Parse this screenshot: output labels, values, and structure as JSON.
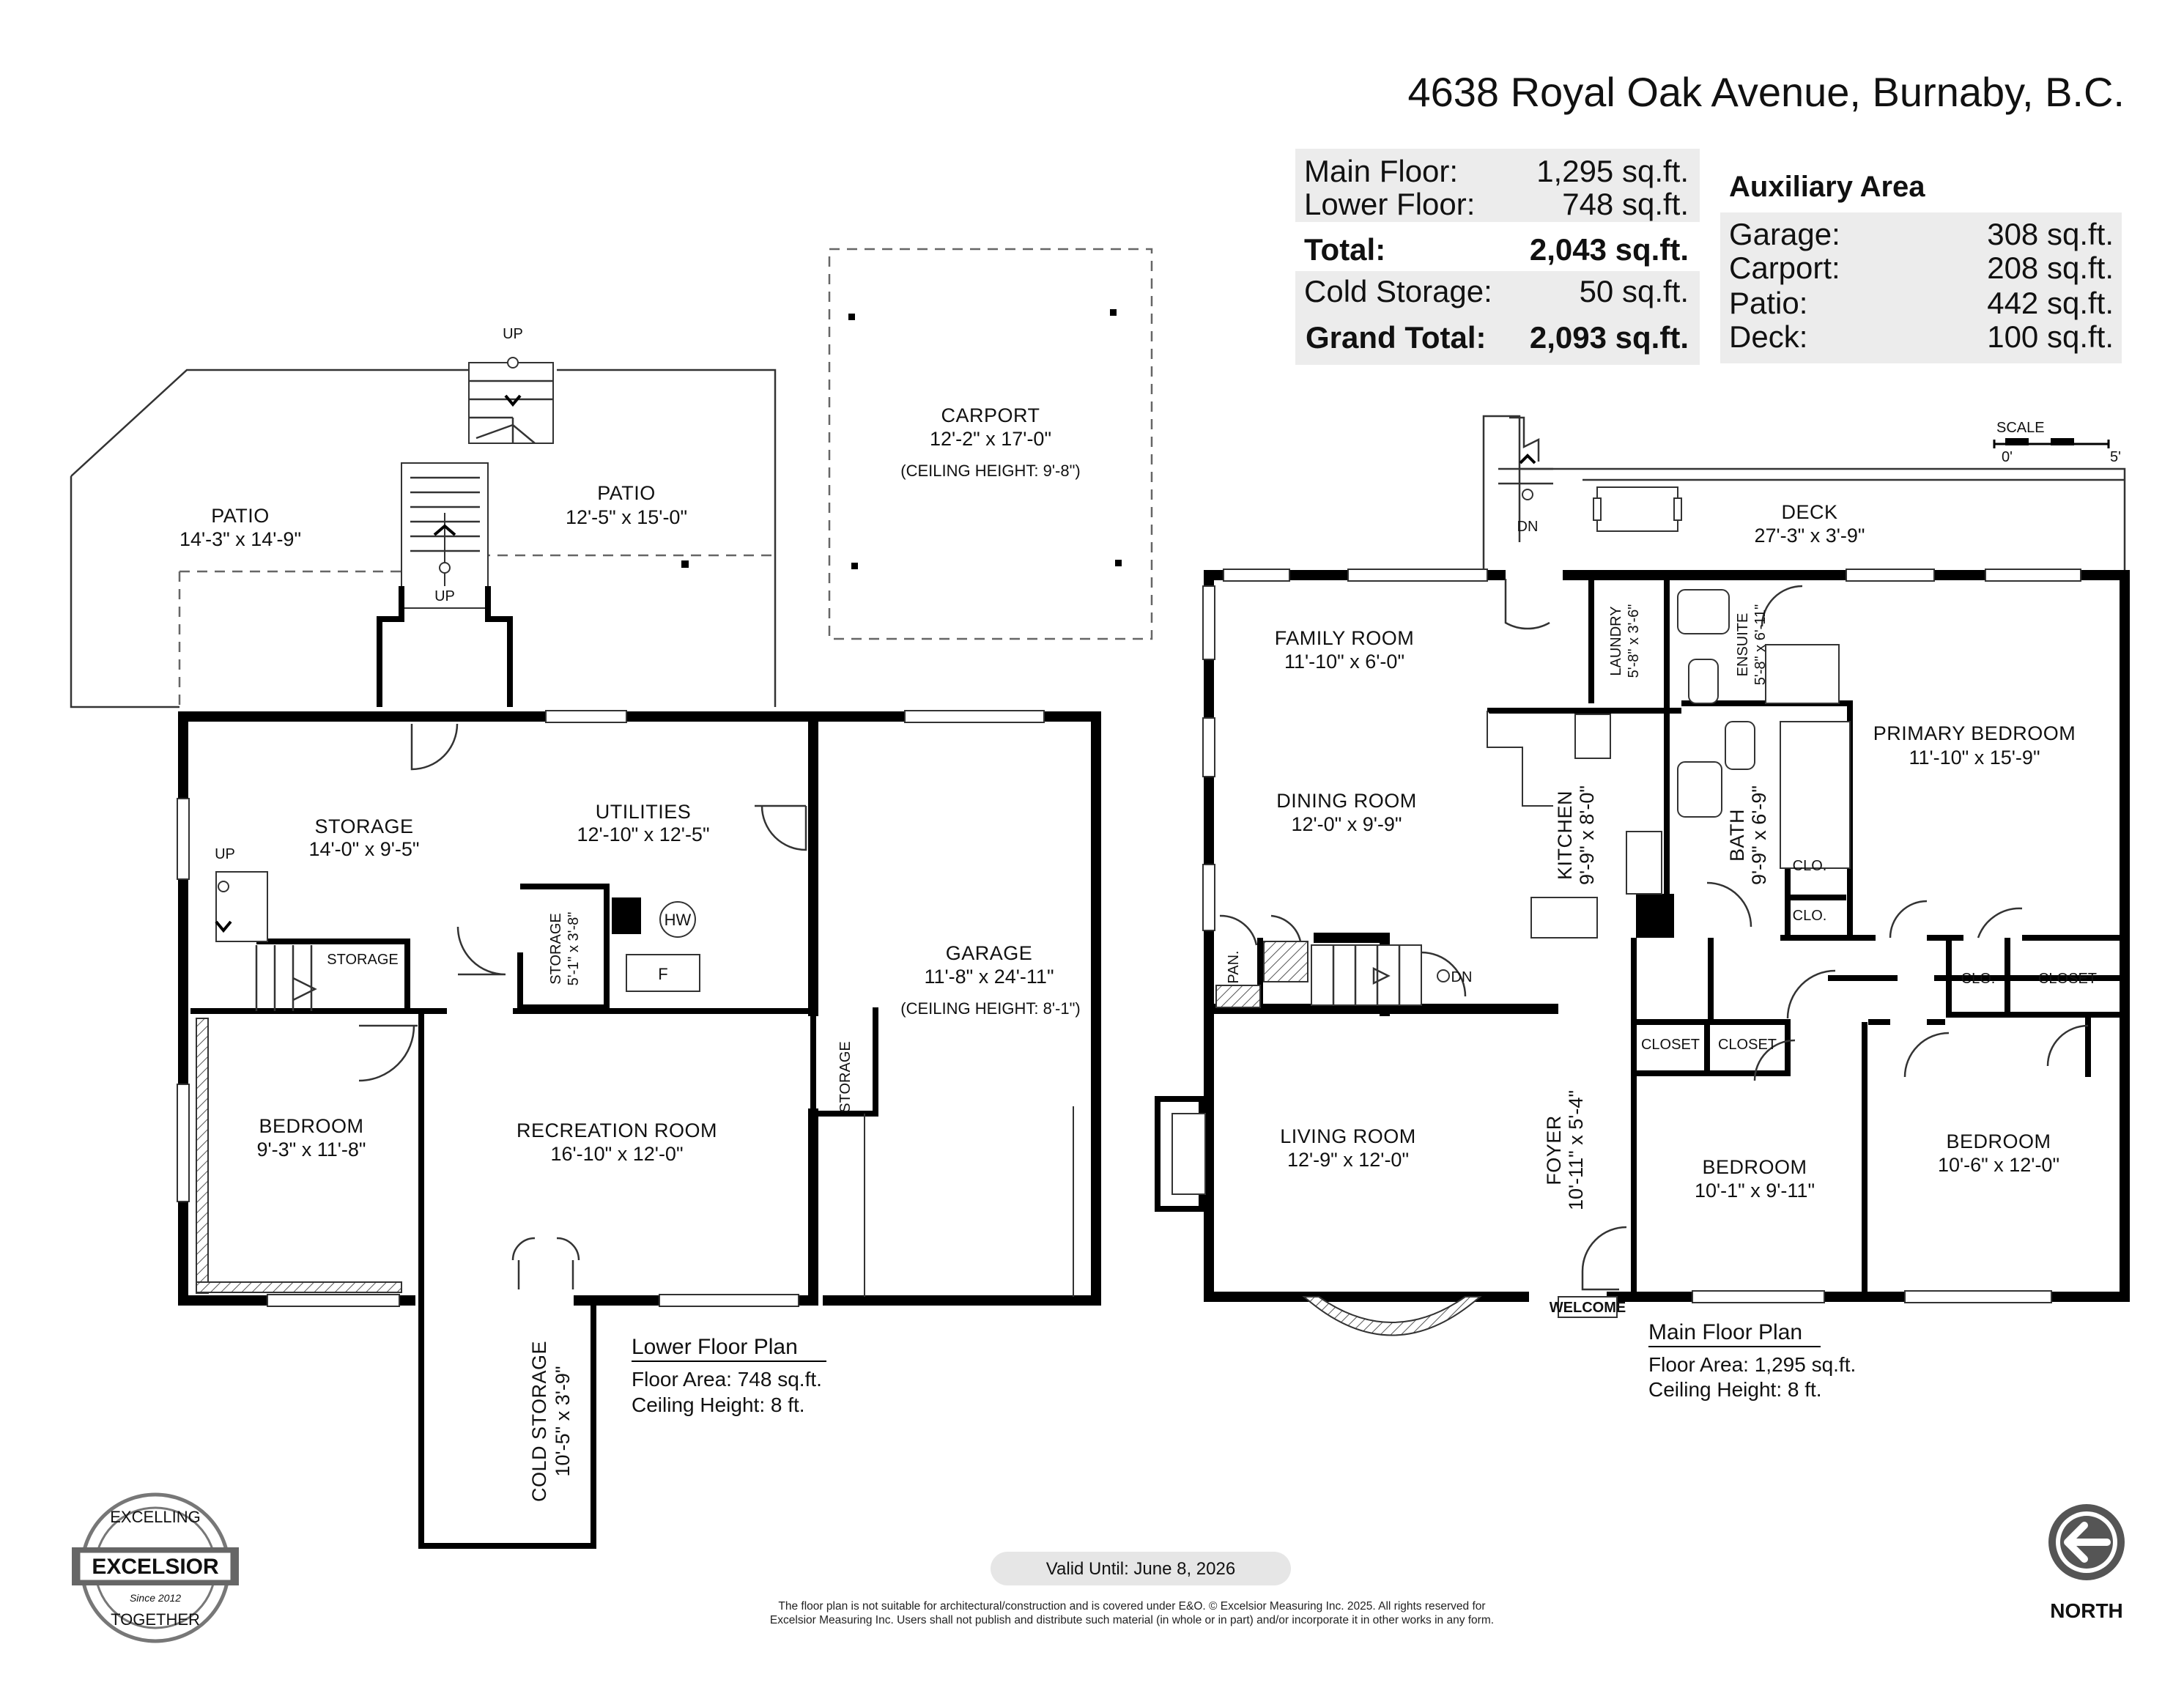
{
  "address": "4638 Royal Oak Avenue, Burnaby, B.C.",
  "area_summary": {
    "rows": [
      {
        "label": "Main Floor:",
        "value": "1,295 sq.ft."
      },
      {
        "label": "Lower Floor:",
        "value": "748 sq.ft."
      },
      {
        "label": "Total:",
        "value": "2,043 sq.ft."
      },
      {
        "label": "Cold Storage:",
        "value": "50 sq.ft."
      },
      {
        "label": "Grand Total:",
        "value": "2,093 sq.ft."
      }
    ]
  },
  "auxiliary": {
    "title": "Auxiliary Area",
    "rows": [
      {
        "label": "Garage:",
        "value": "308 sq.ft."
      },
      {
        "label": "Carport:",
        "value": "208 sq.ft."
      },
      {
        "label": "Patio:",
        "value": "442 sq.ft."
      },
      {
        "label": "Deck:",
        "value": "100 sq.ft."
      }
    ]
  },
  "scale": {
    "label": "SCALE",
    "start": "0'",
    "end": "5'"
  },
  "lower_floor": {
    "title": "Lower Floor Plan",
    "area": "Floor Area: 748 sq.ft.",
    "ceiling": "Ceiling Height: 8 ft.",
    "rooms": {
      "patio_left": {
        "name": "PATIO",
        "dim": "14'-3\" x 14'-9\""
      },
      "patio_right": {
        "name": "PATIO",
        "dim": "12'-5\" x 15'-0\""
      },
      "carport": {
        "name": "CARPORT",
        "dim": "12'-2\" x 17'-0\"",
        "note": "(CEILING HEIGHT: 9'-8\")"
      },
      "storage": {
        "name": "STORAGE",
        "dim": "14'-0\" x 9'-5\""
      },
      "utilities": {
        "name": "UTILITIES",
        "dim": "12'-10\" x 12'-5\""
      },
      "storage_small": {
        "name": "STORAGE",
        "dim": "5'-1\" x 3'-8\""
      },
      "storage_under_stairs": {
        "name": "STORAGE"
      },
      "hw": "HW",
      "furnace": "F",
      "garage": {
        "name": "GARAGE",
        "dim": "11'-8\" x 24'-11\"",
        "note": "(CEILING HEIGHT: 8'-1\")"
      },
      "garage_storage": {
        "name": "STORAGE"
      },
      "bedroom": {
        "name": "BEDROOM",
        "dim": "9'-3\" x 11'-8\""
      },
      "recreation": {
        "name": "RECREATION ROOM",
        "dim": "16'-10\" x 12'-0\""
      },
      "cold_storage": {
        "name": "COLD STORAGE",
        "dim": "10'-5\" x 3'-9\""
      },
      "up_top": "UP",
      "up_stair": "UP",
      "up_left": "UP"
    }
  },
  "main_floor": {
    "title": "Main Floor Plan",
    "area": "Floor Area: 1,295 sq.ft.",
    "ceiling": "Ceiling Height: 8 ft.",
    "rooms": {
      "deck": {
        "name": "DECK",
        "dim": "27'-3\" x 3'-9\""
      },
      "deck_dn": "DN",
      "family": {
        "name": "FAMILY ROOM",
        "dim": "11'-10\" x 6'-0\""
      },
      "laundry": {
        "name": "LAUNDRY",
        "dim": "5'-8\" x 3'-6\""
      },
      "ensuite": {
        "name": "ENSUITE",
        "dim": "5'-8\" x 6'-11\""
      },
      "primary": {
        "name": "PRIMARY BEDROOM",
        "dim": "11'-10\" x 15'-9\""
      },
      "dining": {
        "name": "DINING ROOM",
        "dim": "12'-0\" x 9'-9\""
      },
      "kitchen": {
        "name": "KITCHEN",
        "dim": "9'-9\" x 8'-0\""
      },
      "bath": {
        "name": "BATH",
        "dim": "9'-9\" x 6'-9\""
      },
      "clo1": "CLO.",
      "clo2": "CLO.",
      "clo3": "CLO.",
      "closet1": "CLOSET",
      "closet2": "CLOSET",
      "closet3": "CLOSET",
      "pantry": "PAN.",
      "stair_dn": "DN",
      "living": {
        "name": "LIVING ROOM",
        "dim": "12'-9\" x 12'-0\""
      },
      "foyer": {
        "name": "FOYER",
        "dim": "10'-11\" x 5'-4\""
      },
      "welcome": "WELCOME",
      "bedroom_mid": {
        "name": "BEDROOM",
        "dim": "10'-1\" x 9'-11\""
      },
      "bedroom_right": {
        "name": "BEDROOM",
        "dim": "10'-6\" x 12'-0\""
      }
    }
  },
  "valid_until": "Valid Until: June 8, 2026",
  "disclaimer": [
    "The floor plan is not suitable for architectural/construction and is covered under E&O. © Excelsior Measuring Inc. 2025. All rights reserved for",
    "Excelsior Measuring Inc. Users shall not publish and distribute such material (in whole or in part) and/or incorporate it in other works in any form."
  ],
  "logo": {
    "top": "EXCELLING",
    "name": "EXCELSIOR",
    "since": "Since 2012",
    "bottom": "TOGETHER"
  },
  "north": "NORTH"
}
